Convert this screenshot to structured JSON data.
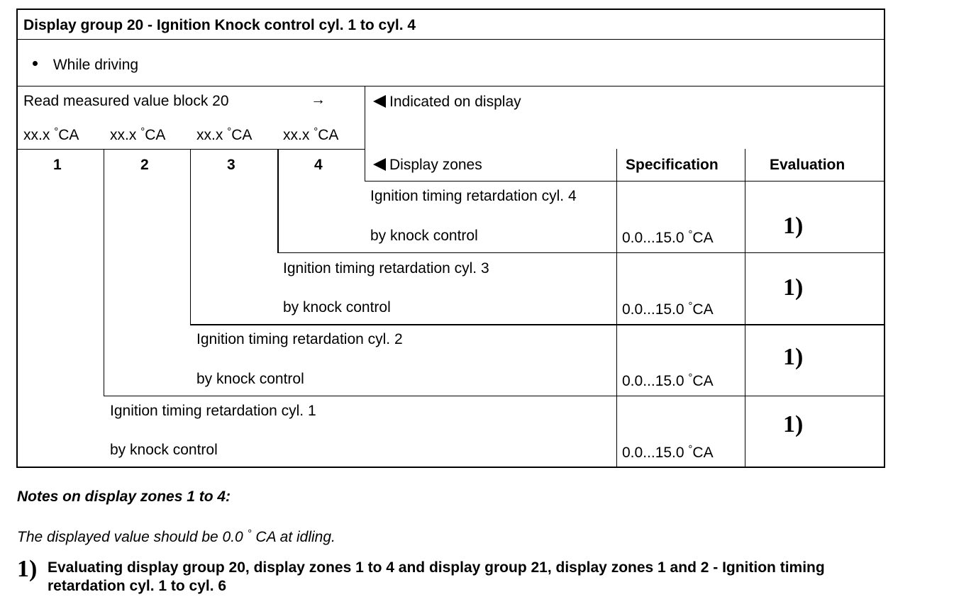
{
  "title": "Display group 20 - Ignition Knock control cyl. 1 to cyl. 4",
  "condition": "While driving",
  "read_block": "Read measured value block 20",
  "arrow": "→",
  "display_values": [
    {
      "value": "xx.x",
      "deg": "°",
      "unit": "CA"
    },
    {
      "value": "xx.x",
      "deg": "°",
      "unit": "CA"
    },
    {
      "value": "xx.x",
      "deg": "°",
      "unit": "CA"
    },
    {
      "value": "xx.x",
      "deg": "°",
      "unit": "CA"
    }
  ],
  "zone_numbers": [
    "1",
    "2",
    "3",
    "4"
  ],
  "indicated_on_display": "Indicated on display",
  "display_zones": "Display zones",
  "col_specification": "Specification",
  "col_evaluation": "Evaluation",
  "rows": [
    {
      "line1": "Ignition timing retardation cyl. 4",
      "line2": "by knock control",
      "spec_val": "0.0...15.0",
      "spec_deg": "°",
      "spec_unit": "CA",
      "evaluation": "1)"
    },
    {
      "line1": "Ignition timing retardation cyl. 3",
      "line2": "by knock control",
      "spec_val": "0.0...15.0",
      "spec_deg": "°",
      "spec_unit": "CA",
      "evaluation": "1)"
    },
    {
      "line1": "Ignition timing retardation cyl. 2",
      "line2": "by knock control",
      "spec_val": "0.0...15.0",
      "spec_deg": "°",
      "spec_unit": "CA",
      "evaluation": "1)"
    },
    {
      "line1": "Ignition timing retardation cyl. 1",
      "line2": "by knock control",
      "spec_val": "0.0...15.0",
      "spec_deg": "°",
      "spec_unit": "CA",
      "evaluation": "1)"
    }
  ],
  "notes_heading": "Notes on display zones 1 to 4:",
  "note_idle_pre": "The displayed value should be 0.0",
  "note_idle_deg": "°",
  "note_idle_post": "CA at idling.",
  "footnote_marker": "1)",
  "footnote_line1": "Evaluating display group 20, display zones 1 to 4 and display group 21, display zones 1 and 2 - Ignition timing",
  "footnote_line2": "retardation cyl. 1 to cyl. 6"
}
